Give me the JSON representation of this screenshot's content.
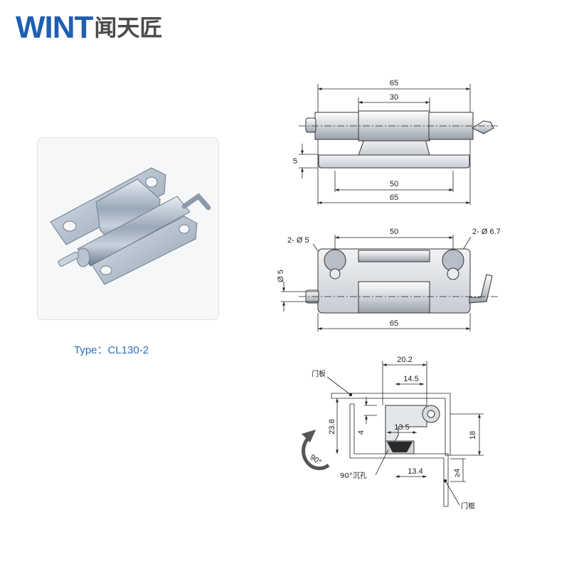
{
  "brand": {
    "latin": "WINT",
    "cjk": "闻天匠",
    "color": "#1f5fb0"
  },
  "product": {
    "type_label": "Type：CL130-2"
  },
  "front_view": {
    "overall": "65",
    "knuckle": "30",
    "flange": "5",
    "holes_span": "50",
    "base": "65"
  },
  "top_view": {
    "holes_span": "50",
    "hole_small": "2- Ø 5",
    "hole_large": "2- Ø 6.7",
    "pin_dia": "Ø 5",
    "base": "65"
  },
  "section_view": {
    "d1": "20.2",
    "d2": "14.5",
    "d3": "13.5",
    "d4": "13.4",
    "d5": "23.8",
    "d6": "4",
    "d7": "18",
    "d8": "≥4",
    "door_panel": "门板",
    "door_frame": "门框",
    "countersink": "90°沉孔",
    "angle": "90°"
  }
}
